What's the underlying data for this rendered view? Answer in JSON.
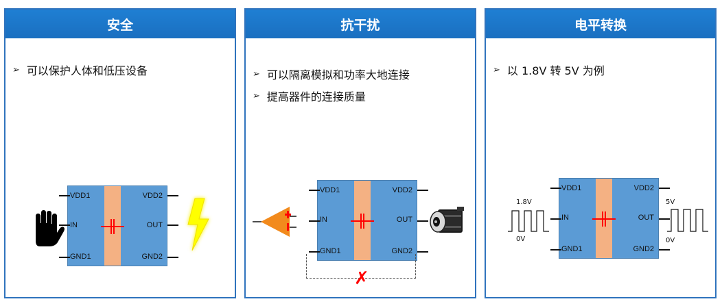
{
  "panels": [
    {
      "title": "安全",
      "bullets": [
        "可以保护人体和低压设备"
      ],
      "chip": {
        "pins_left": [
          "VDD1",
          "IN",
          "GND1"
        ],
        "pins_right": [
          "VDD2",
          "OUT",
          "GND2"
        ]
      }
    },
    {
      "title": "抗干扰",
      "bullets": [
        "可以隔离模拟和功率大地连接",
        "提高器件的连接质量"
      ],
      "chip": {
        "pins_left": [
          "VDD1",
          "IN",
          "GND1"
        ],
        "pins_right": [
          "VDD2",
          "OUT",
          "GND2"
        ]
      }
    },
    {
      "title": "电平转换",
      "bullets": [
        "以 1.8V 转 5V 为例"
      ],
      "chip": {
        "pins_left": [
          "VDD1",
          "IN",
          "GND1"
        ],
        "pins_right": [
          "VDD2",
          "OUT",
          "GND2"
        ]
      },
      "levels": {
        "in_high": "1.8V",
        "in_low": "0V",
        "out_high": "5V",
        "out_low": "0V"
      }
    }
  ],
  "bullet_marker": "➢",
  "icons": [
    "hand-icon",
    "lightning-icon",
    "amplifier-icon",
    "motor-icon",
    "broken-ground-x-icon",
    "capacitor-icon"
  ],
  "colors": {
    "header": "#1a6fc0",
    "border": "#2f73bd",
    "chip": "#5b9bd5",
    "barrier": "#f4b183",
    "capacitor": "#ff0000",
    "bolt": "#ffff00",
    "amp": "#f28a1c"
  }
}
